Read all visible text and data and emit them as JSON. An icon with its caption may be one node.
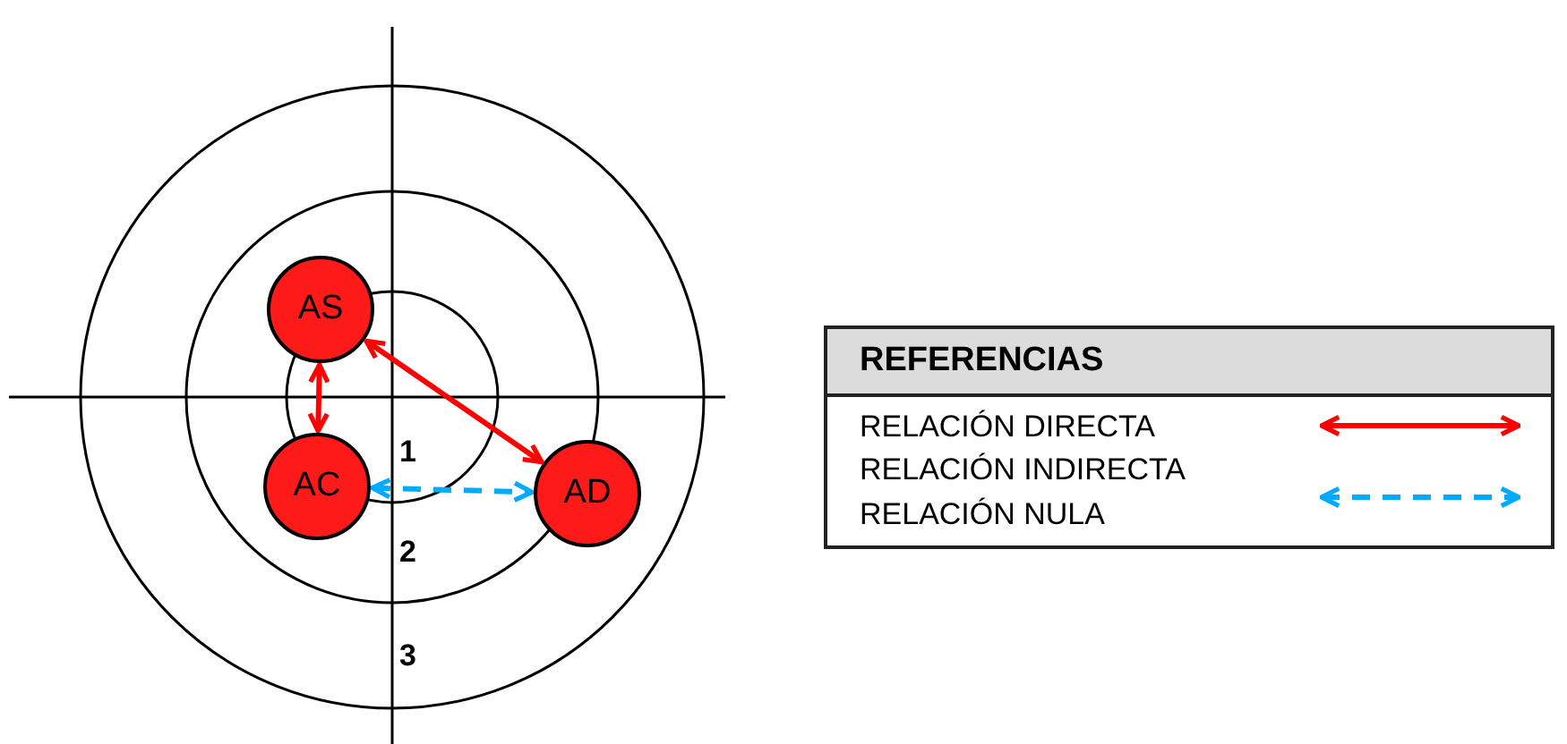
{
  "diagram": {
    "nodes": [
      {
        "text": [
          "AS"
        ]
      },
      {
        "text": [
          "AC"
        ]
      },
      {
        "text": [
          "AD"
        ]
      }
    ],
    "edges": [
      {
        "from": 0,
        "to": 1,
        "arrow": "both",
        "color": "#ff0000"
      },
      {
        "from": 0,
        "to": 2,
        "arrow": "both",
        "color": "#ff0000"
      },
      {
        "from": 1,
        "to": 2,
        "arrow": "both",
        "style": "dashed",
        "color": "#00aaff"
      }
    ],
    "labels": [
      "1",
      "2",
      "3",
      "REFERENCIAS"
    ],
    "legend": [
      {
        "text": "RELACIÓN DIRECTA"
      },
      {
        "text": "RELACIÓN INDIRECTA"
      },
      {
        "text": "RELACIÓN NULA"
      }
    ]
  }
}
